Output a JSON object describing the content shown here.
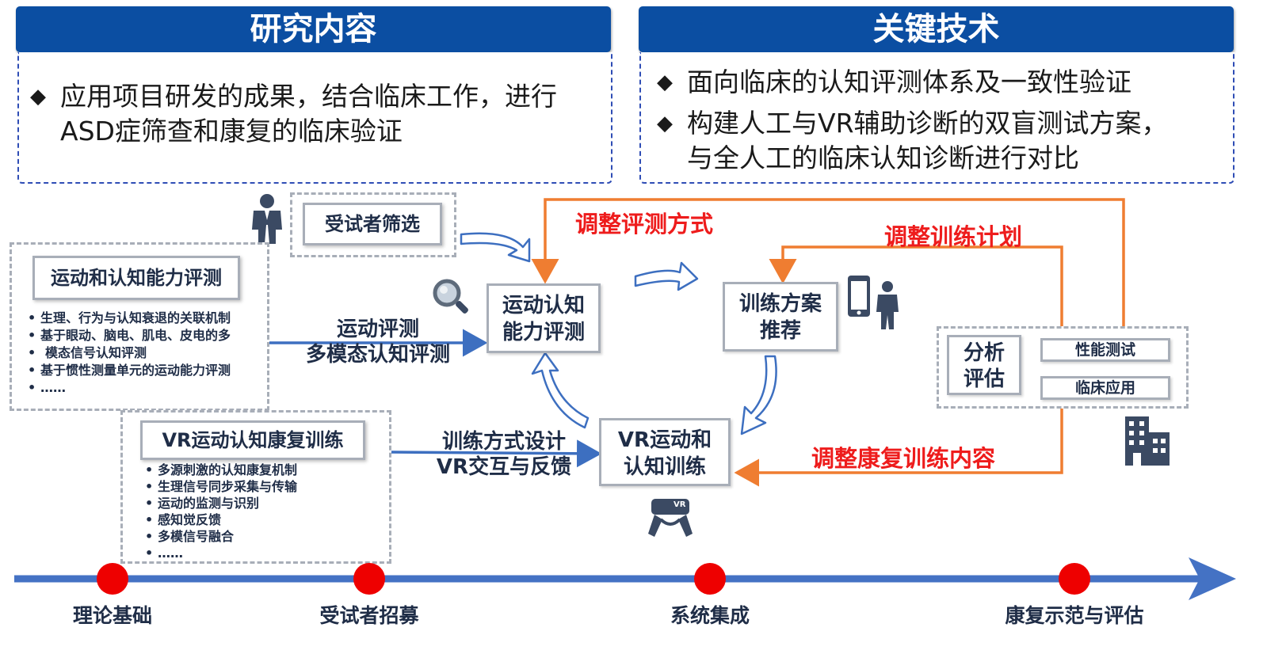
{
  "research": {
    "header": "研究内容",
    "bullets": [
      {
        "line1": "应用项目研发的成果，结合临床工作，进行",
        "line2": "ASD症筛查和康复的临床验证"
      }
    ]
  },
  "tech": {
    "header": "关键技术",
    "bullets": [
      {
        "line1": "面向临床的认知评测体系及一致性验证",
        "line2": ""
      },
      {
        "line1": "构建人工与VR辅助诊断的双盲测试方案，",
        "line2": "与全人工的临床认知诊断进行对比"
      }
    ]
  },
  "diagram": {
    "subject_screening": "受试者筛选",
    "assessment_panel": {
      "title": "运动和认知能力评测",
      "items": [
        "生理、行为与认知衰退的关联机制",
        "基于眼动、脑电、肌电、皮电的多",
        "模态信号认知评测",
        "基于惯性测量单元的运动能力评测",
        "……"
      ]
    },
    "assess_arrow_label": {
      "line1": "运动评测",
      "line2": "多模态认知评测"
    },
    "assessment_node": {
      "line1": "运动认知",
      "line2": "能力评测"
    },
    "adjust_assess_mode": "调整评测方式",
    "adjust_training_plan": "调整训练计划",
    "training_recommend": {
      "line1": "训练方案",
      "line2": "推荐"
    },
    "analysis": {
      "line1": "分析",
      "line2": "评估",
      "perf_test": "性能测试",
      "clinical_app": "临床应用"
    },
    "vr_panel": {
      "title": "VR运动认知康复训练",
      "items": [
        "多源刺激的认知康复机制",
        "生理信号同步采集与传输",
        "运动的监测与识别",
        "感知觉反馈",
        "多模信号融合",
        "……"
      ]
    },
    "train_arrow_label": {
      "line1": "训练方式设计",
      "line2": "VR交互与反馈"
    },
    "vr_node": {
      "line1": "VR运动和",
      "line2": "认知训练"
    },
    "adjust_rehab_content": "调整康复训练内容",
    "vr_badge": "VR"
  },
  "timeline": {
    "stages": [
      "理论基础",
      "受试者招募",
      "系统集成",
      "康复示范与评估"
    ]
  },
  "colors": {
    "header_blue": "#0b4ea2",
    "arrow_blue": "#3d6fc0",
    "adjust_orange": "#ef7d31",
    "adjust_red": "#ee1c1c",
    "timeline_blue": "#4472c4",
    "dot_red": "#ee0000"
  },
  "icons": [
    "person-icon",
    "magnifier-icon",
    "phone-person-icon",
    "building-icon",
    "vr-headset-icon"
  ]
}
